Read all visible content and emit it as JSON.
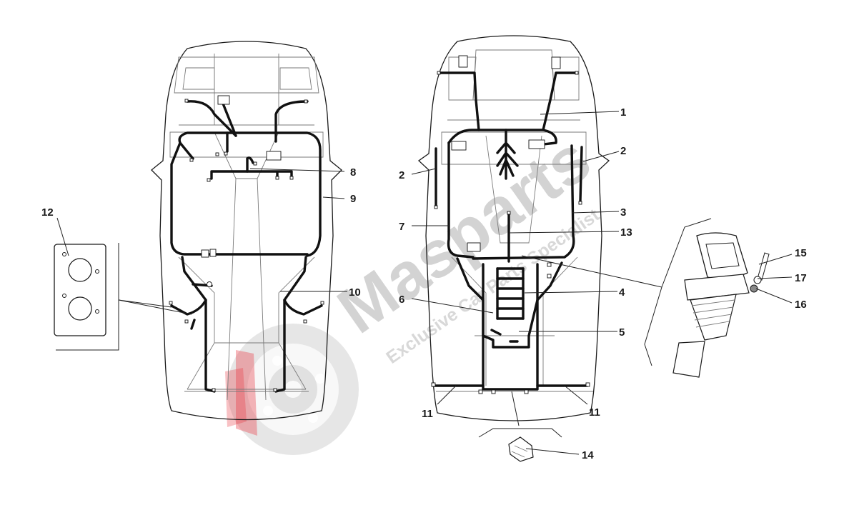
{
  "watermark": {
    "brand": "Masparts",
    "tagline": "Exclusive Car Parts Specialist",
    "colors": {
      "logo_red": "#e8323c",
      "logo_gray": "#c4c4c4"
    }
  },
  "callouts": {
    "c1": "1",
    "c2a": "2",
    "c2b": "2",
    "c3": "3",
    "c4": "4",
    "c5": "5",
    "c6": "6",
    "c7": "7",
    "c8": "8",
    "c9": "9",
    "c10": "10",
    "c11a": "11",
    "c11b": "11",
    "c12": "12",
    "c13": "13",
    "c14": "14",
    "c15": "15",
    "c16": "16",
    "c17": "17"
  }
}
